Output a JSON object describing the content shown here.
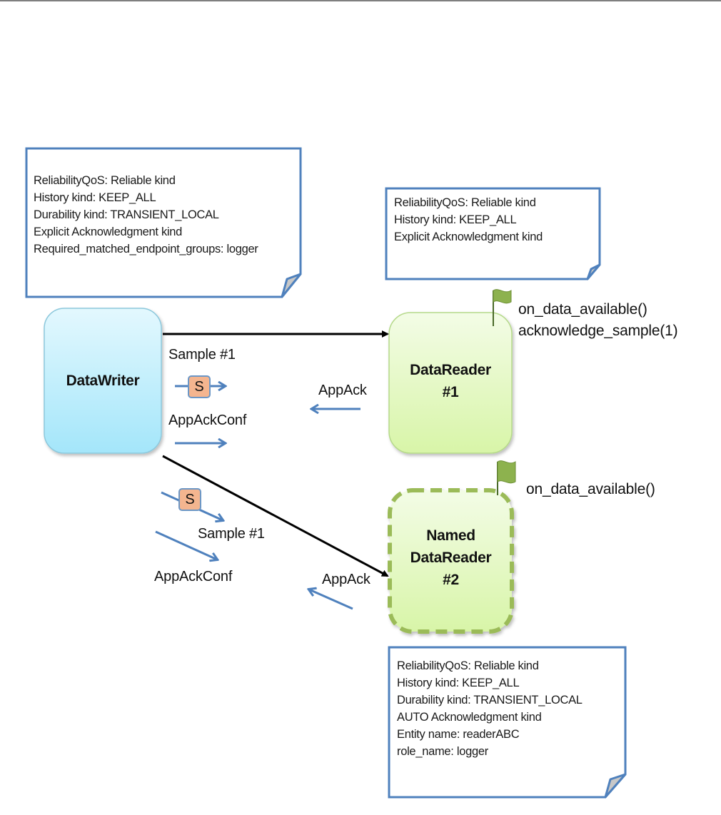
{
  "diagram": {
    "writer": {
      "label": "DataWriter"
    },
    "reader1": {
      "label_line1": "DataReader",
      "label_line2": "#1"
    },
    "reader2": {
      "label_line1": "Named",
      "label_line2": "DataReader",
      "label_line3": "#2"
    },
    "writer_qos": [
      "ReliabilityQoS: Reliable kind",
      "History kind: KEEP_ALL",
      "Durability kind: TRANSIENT_LOCAL",
      "Explicit Acknowledgment kind",
      "Required_matched_endpoint_groups: logger"
    ],
    "reader1_qos": [
      "ReliabilityQoS: Reliable kind",
      "History kind: KEEP_ALL",
      "Explicit Acknowledgment kind"
    ],
    "reader2_qos": [
      "ReliabilityQoS: Reliable kind",
      "History kind: KEEP_ALL",
      "Durability kind: TRANSIENT_LOCAL",
      "AUTO Acknowledgment kind",
      "Entity name: readerABC",
      "role_name: logger"
    ],
    "reader1_callbacks": [
      "on_data_available()",
      "acknowledge_sample(1)"
    ],
    "reader2_callbacks": [
      "on_data_available()"
    ],
    "flow1": {
      "sample_label": "Sample #1",
      "sample_token": "S",
      "ack_conf_label": "AppAckConf",
      "ack_label": "AppAck"
    },
    "flow2": {
      "sample_label": "Sample #1",
      "sample_token": "S",
      "ack_conf_label": "AppAckConf",
      "ack_label": "AppAck"
    },
    "colors": {
      "note_border": "#4f81bd",
      "writer_fill": "#b7ecfb",
      "reader_fill": "#e4f8c6",
      "reader_border": "#9bbb59",
      "flag": "#8db24e",
      "message_arrow": "#4f81bd",
      "sample_token_fill": "#f4b58f"
    }
  }
}
